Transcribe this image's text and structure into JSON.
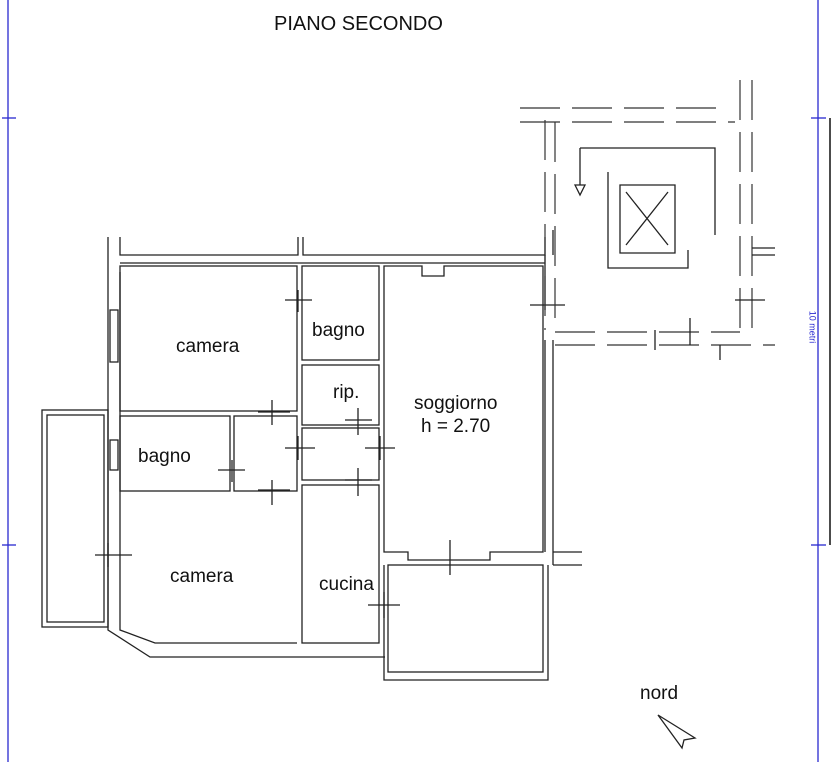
{
  "title": "PIANO SECONDO",
  "rooms": {
    "camera_top": "camera",
    "bagno_top": "bagno",
    "rip": "rip.",
    "soggiorno": "soggiorno",
    "height": "h = 2.70",
    "bagno_left": "bagno",
    "camera_bottom": "camera",
    "cucina": "cucina"
  },
  "north_label": "nord",
  "scale_label": "10 metri",
  "colors": {
    "frame": "#2a2ad0",
    "walls": "#222222"
  }
}
